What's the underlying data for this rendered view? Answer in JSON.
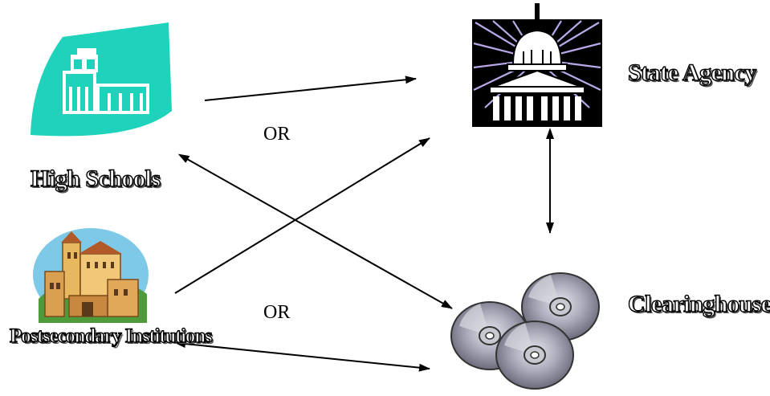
{
  "nodes": {
    "high_schools": {
      "label": "High Schools",
      "icon": "school-building-icon"
    },
    "state_agency": {
      "label": "State Agency",
      "icon": "capitol-building-icon"
    },
    "postsecondary": {
      "label": "Postsecondary Institutions",
      "icon": "castle-town-icon"
    },
    "clearinghouse": {
      "label": "Clearinghouse",
      "icon": "cd-stack-icon"
    }
  },
  "connectors": {
    "or_top": "OR",
    "or_bottom": "OR"
  },
  "colors": {
    "teal": "#1ed2bb",
    "gray_disc": "#9a9aa8"
  }
}
